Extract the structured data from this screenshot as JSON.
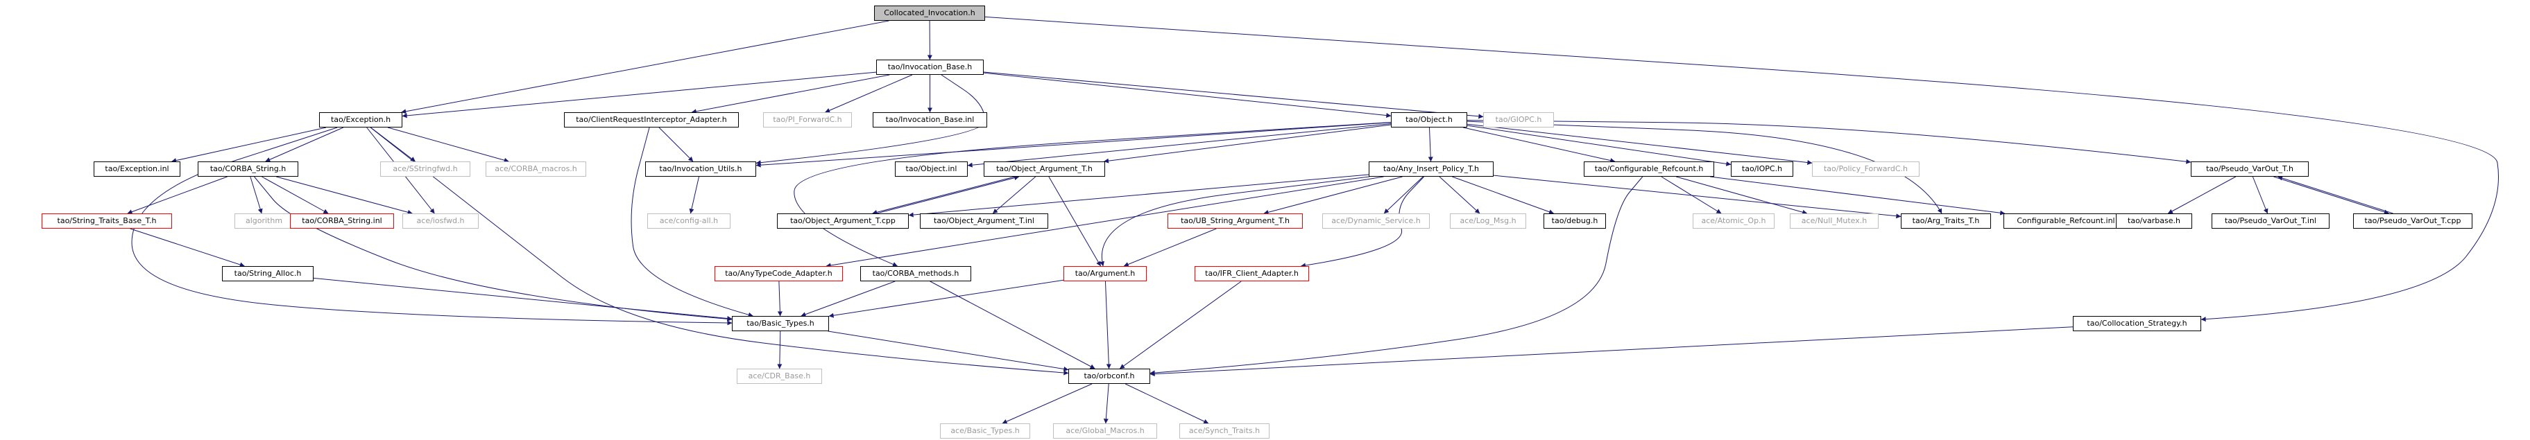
{
  "graph": {
    "style": {
      "edge_color": "#191970",
      "root_fill": "#bfbfbf",
      "linked_border": "#000000",
      "incomplete_border": "#ff0000",
      "external_border": "#bfbfbf"
    },
    "nodes": {
      "collocated_invocation_h": {
        "label": "Collocated_Invocation.h",
        "kind": "root"
      },
      "invocation_base_h": {
        "label": "tao/Invocation_Base.h",
        "kind": "box"
      },
      "exception_h": {
        "label": "tao/Exception.h",
        "kind": "box"
      },
      "client_request_interceptor_adapter_h": {
        "label": "tao/ClientRequestInterceptor_Adapter.h",
        "kind": "box"
      },
      "pi_forwardc_h": {
        "label": "tao/PI_ForwardC.h",
        "kind": "gray"
      },
      "invocation_base_inl": {
        "label": "tao/Invocation_Base.inl",
        "kind": "box"
      },
      "object_h": {
        "label": "tao/Object.h",
        "kind": "box"
      },
      "giopc_h": {
        "label": "tao/GIOPC.h",
        "kind": "gray"
      },
      "exception_inl": {
        "label": "tao/Exception.inl",
        "kind": "box"
      },
      "corba_string_h": {
        "label": "tao/CORBA_String.h",
        "kind": "box"
      },
      "sstringfwd_h": {
        "label": "ace/SStringfwd.h",
        "kind": "gray"
      },
      "corba_macros_h": {
        "label": "ace/CORBA_macros.h",
        "kind": "gray"
      },
      "invocation_utils_h": {
        "label": "tao/Invocation_Utils.h",
        "kind": "box"
      },
      "object_inl": {
        "label": "tao/Object.inl",
        "kind": "box"
      },
      "object_argument_t_h": {
        "label": "tao/Object_Argument_T.h",
        "kind": "box"
      },
      "any_insert_policy_t_h": {
        "label": "tao/Any_Insert_Policy_T.h",
        "kind": "box"
      },
      "configurable_refcount_h": {
        "label": "tao/Configurable_Refcount.h",
        "kind": "box"
      },
      "iopc_h": {
        "label": "tao/IOPC.h",
        "kind": "box"
      },
      "policy_forwardc_h": {
        "label": "tao/Policy_ForwardC.h",
        "kind": "gray"
      },
      "pseudo_varout_t_h": {
        "label": "tao/Pseudo_VarOut_T.h",
        "kind": "box"
      },
      "string_traits_base_t_h": {
        "label": "tao/String_Traits_Base_T.h",
        "kind": "red"
      },
      "algorithm": {
        "label": "algorithm",
        "kind": "gray"
      },
      "corba_string_inl": {
        "label": "tao/CORBA_String.inl",
        "kind": "red"
      },
      "os_fwd_h": {
        "label": "ace/iosfwd.h",
        "kind": "gray"
      },
      "config_all_h": {
        "label": "ace/config-all.h",
        "kind": "gray"
      },
      "object_argument_t_cpp": {
        "label": "tao/Object_Argument_T.cpp",
        "kind": "box"
      },
      "object_argument_t_inl": {
        "label": "tao/Object_Argument_T.inl",
        "kind": "box"
      },
      "ub_string_argument_t_h": {
        "label": "tao/UB_String_Argument_T.h",
        "kind": "red"
      },
      "dynamic_service_h": {
        "label": "ace/Dynamic_Service.h",
        "kind": "gray"
      },
      "log_msg_h": {
        "label": "ace/Log_Msg.h",
        "kind": "gray"
      },
      "debug_h": {
        "label": "tao/debug.h",
        "kind": "box"
      },
      "atomic_op_h": {
        "label": "ace/Atomic_Op.h",
        "kind": "gray"
      },
      "null_mutex_h": {
        "label": "ace/Null_Mutex.h",
        "kind": "gray"
      },
      "arg_traits_t_h": {
        "label": "tao/Arg_Traits_T.h",
        "kind": "box"
      },
      "configurable_refcount_inl": {
        "label": "Configurable_Refcount.inl",
        "kind": "box"
      },
      "varbase_h": {
        "label": "tao/varbase.h",
        "kind": "box"
      },
      "pseudo_varout_t_inl": {
        "label": "tao/Pseudo_VarOut_T.inl",
        "kind": "box"
      },
      "pseudo_varout_t_cpp": {
        "label": "tao/Pseudo_VarOut_T.cpp",
        "kind": "box"
      },
      "string_alloc_h": {
        "label": "tao/String_Alloc.h",
        "kind": "box"
      },
      "anytypecode_adapter_h": {
        "label": "tao/AnyTypeCode_Adapter.h",
        "kind": "red"
      },
      "corba_methods_h": {
        "label": "tao/CORBA_methods.h",
        "kind": "box"
      },
      "argument_h": {
        "label": "tao/Argument.h",
        "kind": "red"
      },
      "ifr_client_adapter_h": {
        "label": "tao/IFR_Client_Adapter.h",
        "kind": "red"
      },
      "basic_types_h": {
        "label": "tao/Basic_Types.h",
        "kind": "box"
      },
      "collocation_strategy_h": {
        "label": "tao/Collocation_Strategy.h",
        "kind": "box"
      },
      "cdr_base_h": {
        "label": "ace/CDR_Base.h",
        "kind": "gray"
      },
      "orbconf_h": {
        "label": "tao/orbconf.h",
        "kind": "box"
      },
      "ace_basic_types_h": {
        "label": "ace/Basic_Types.h",
        "kind": "gray"
      },
      "global_macros_h": {
        "label": "ace/Global_Macros.h",
        "kind": "gray"
      },
      "synch_traits_h": {
        "label": "ace/Synch_Traits.h",
        "kind": "gray"
      }
    },
    "edges": [
      [
        "collocated_invocation_h",
        "invocation_base_h"
      ],
      [
        "collocated_invocation_h",
        "exception_h"
      ],
      [
        "collocated_invocation_h",
        "collocation_strategy_h"
      ],
      [
        "invocation_base_h",
        "exception_h"
      ],
      [
        "invocation_base_h",
        "client_request_interceptor_adapter_h"
      ],
      [
        "invocation_base_h",
        "pi_forwardc_h"
      ],
      [
        "invocation_base_h",
        "invocation_base_inl"
      ],
      [
        "invocation_base_h",
        "object_h"
      ],
      [
        "invocation_base_h",
        "giopc_h"
      ],
      [
        "invocation_base_h",
        "invocation_utils_h"
      ],
      [
        "exception_h",
        "exception_inl"
      ],
      [
        "exception_h",
        "corba_string_h"
      ],
      [
        "exception_h",
        "sstringfwd_h"
      ],
      [
        "exception_h",
        "corba_macros_h"
      ],
      [
        "exception_h",
        "os_fwd_h"
      ],
      [
        "exception_h",
        "basic_types_h"
      ],
      [
        "exception_h",
        "orbconf_h"
      ],
      [
        "client_request_interceptor_adapter_h",
        "invocation_utils_h"
      ],
      [
        "client_request_interceptor_adapter_h",
        "basic_types_h"
      ],
      [
        "invocation_utils_h",
        "config_all_h"
      ],
      [
        "object_h",
        "object_inl"
      ],
      [
        "object_h",
        "object_argument_t_h"
      ],
      [
        "object_h",
        "any_insert_policy_t_h"
      ],
      [
        "object_h",
        "configurable_refcount_h"
      ],
      [
        "object_h",
        "iopc_h"
      ],
      [
        "object_h",
        "policy_forwardc_h"
      ],
      [
        "object_h",
        "pseudo_varout_t_h"
      ],
      [
        "object_h",
        "arg_traits_t_h"
      ],
      [
        "object_h",
        "corba_methods_h"
      ],
      [
        "object_h",
        "invocation_utils_h"
      ],
      [
        "corba_string_h",
        "string_traits_base_t_h"
      ],
      [
        "corba_string_h",
        "algorithm"
      ],
      [
        "corba_string_h",
        "corba_string_inl"
      ],
      [
        "corba_string_h",
        "os_fwd_h"
      ],
      [
        "corba_string_h",
        "basic_types_h"
      ],
      [
        "string_traits_base_t_h",
        "string_alloc_h"
      ],
      [
        "string_alloc_h",
        "basic_types_h"
      ],
      [
        "object_argument_t_h",
        "object_argument_t_cpp"
      ],
      [
        "object_argument_t_h",
        "object_argument_t_inl"
      ],
      [
        "object_argument_t_h",
        "argument_h"
      ],
      [
        "object_argument_t_cpp",
        "object_argument_t_h"
      ],
      [
        "any_insert_policy_t_h",
        "ub_string_argument_t_h"
      ],
      [
        "any_insert_policy_t_h",
        "dynamic_service_h"
      ],
      [
        "any_insert_policy_t_h",
        "log_msg_h"
      ],
      [
        "any_insert_policy_t_h",
        "debug_h"
      ],
      [
        "any_insert_policy_t_h",
        "anytypecode_adapter_h"
      ],
      [
        "any_insert_policy_t_h",
        "argument_h"
      ],
      [
        "any_insert_policy_t_h",
        "ifr_client_adapter_h"
      ],
      [
        "any_insert_policy_t_h",
        "object_argument_t_cpp"
      ],
      [
        "any_insert_policy_t_h",
        "arg_traits_t_h"
      ],
      [
        "ub_string_argument_t_h",
        "argument_h"
      ],
      [
        "configurable_refcount_h",
        "atomic_op_h"
      ],
      [
        "configurable_refcount_h",
        "null_mutex_h"
      ],
      [
        "configurable_refcount_h",
        "configurable_refcount_inl"
      ],
      [
        "configurable_refcount_h",
        "orbconf_h"
      ],
      [
        "pseudo_varout_t_h",
        "varbase_h"
      ],
      [
        "pseudo_varout_t_h",
        "pseudo_varout_t_inl"
      ],
      [
        "pseudo_varout_t_h",
        "pseudo_varout_t_cpp"
      ],
      [
        "pseudo_varout_t_cpp",
        "pseudo_varout_t_h"
      ],
      [
        "anytypecode_adapter_h",
        "basic_types_h"
      ],
      [
        "corba_methods_h",
        "basic_types_h"
      ],
      [
        "corba_methods_h",
        "orbconf_h"
      ],
      [
        "argument_h",
        "basic_types_h"
      ],
      [
        "argument_h",
        "orbconf_h"
      ],
      [
        "ifr_client_adapter_h",
        "orbconf_h"
      ],
      [
        "basic_types_h",
        "cdr_base_h"
      ],
      [
        "basic_types_h",
        "orbconf_h"
      ],
      [
        "collocation_strategy_h",
        "orbconf_h"
      ],
      [
        "orbconf_h",
        "ace_basic_types_h"
      ],
      [
        "orbconf_h",
        "global_macros_h"
      ],
      [
        "orbconf_h",
        "synch_traits_h"
      ]
    ]
  }
}
